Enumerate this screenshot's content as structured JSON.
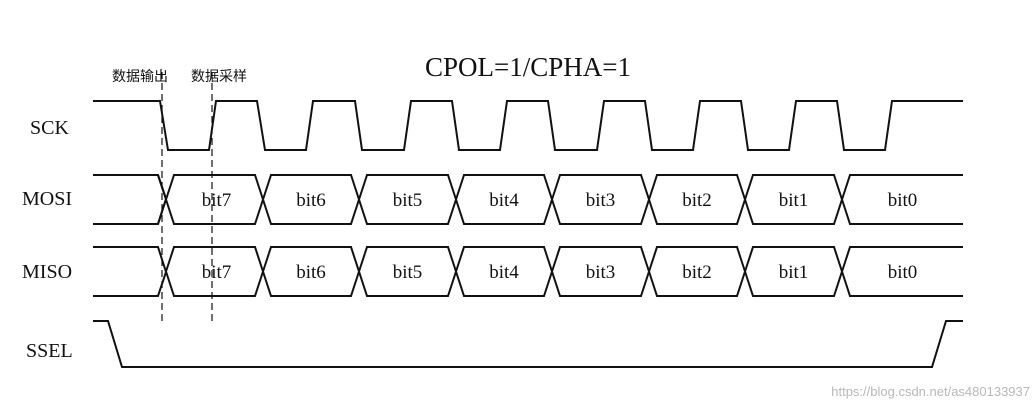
{
  "title": "CPOL=1/CPHA=1",
  "markers": {
    "output": "数据输出",
    "sample": "数据采样"
  },
  "signals": {
    "sck": "SCK",
    "mosi": "MOSI",
    "miso": "MISO",
    "ssel": "SSEL"
  },
  "bits": [
    "bit7",
    "bit6",
    "bit5",
    "bit4",
    "bit3",
    "bit2",
    "bit1",
    "bit0"
  ],
  "watermark": "https://blog.csdn.net/as480133937",
  "colors": {
    "line": "#111111",
    "watermark": "#b8b8b8"
  }
}
